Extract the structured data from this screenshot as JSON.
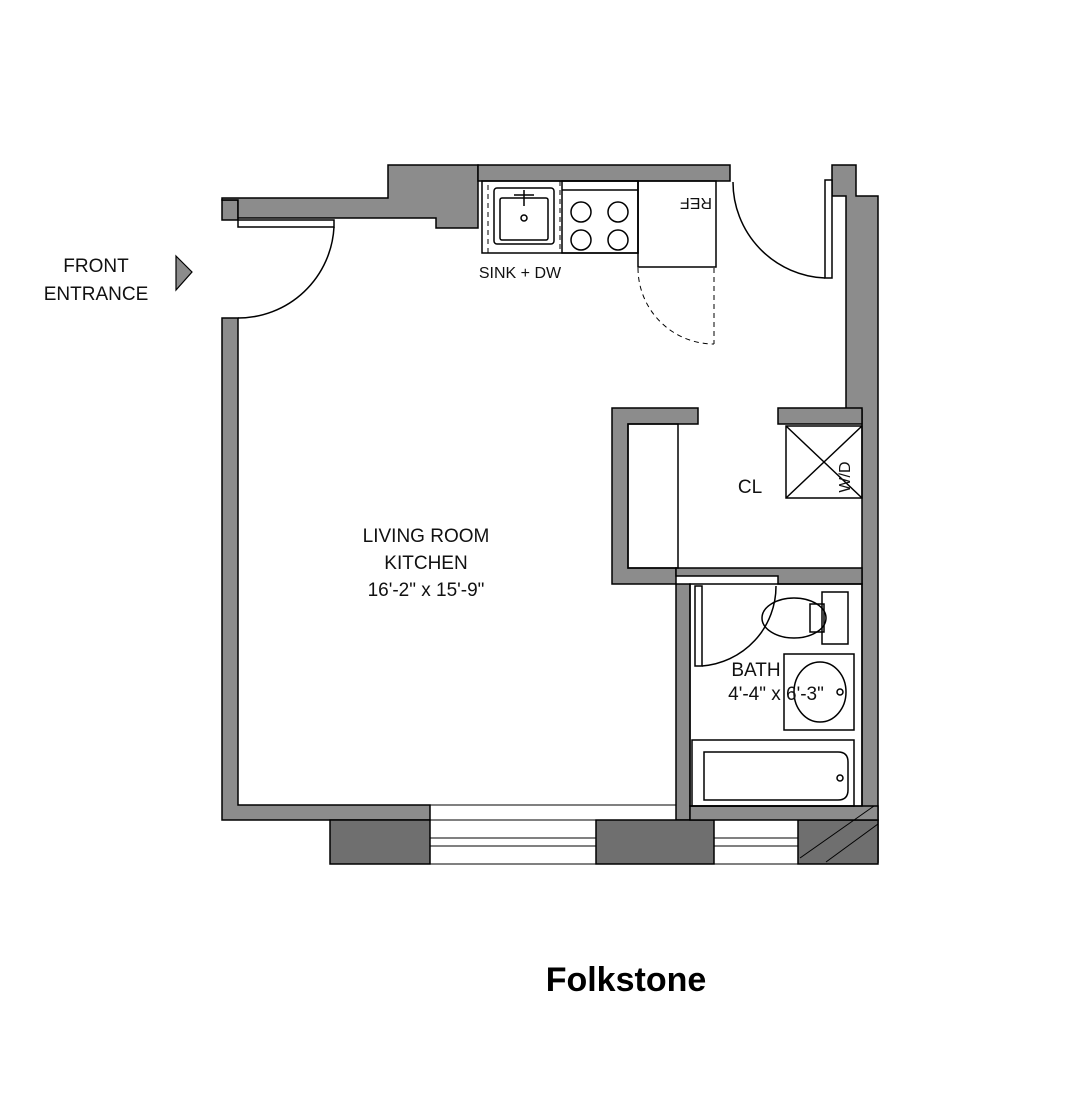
{
  "plan": {
    "entrance_line1": "FRONT",
    "entrance_line2": "ENTRANCE",
    "sink_label": "SINK + DW",
    "ref_label": "REF",
    "closet_label": "CL",
    "washer_dryer_label": "W/D",
    "living_line1": "LIVING ROOM",
    "living_line2": "KITCHEN",
    "living_dims": "16'-2\" x 15'-9\"",
    "bath_label": "BATH",
    "bath_dims": "4'-4\" x 6'-3\""
  },
  "title": "Folkstone"
}
